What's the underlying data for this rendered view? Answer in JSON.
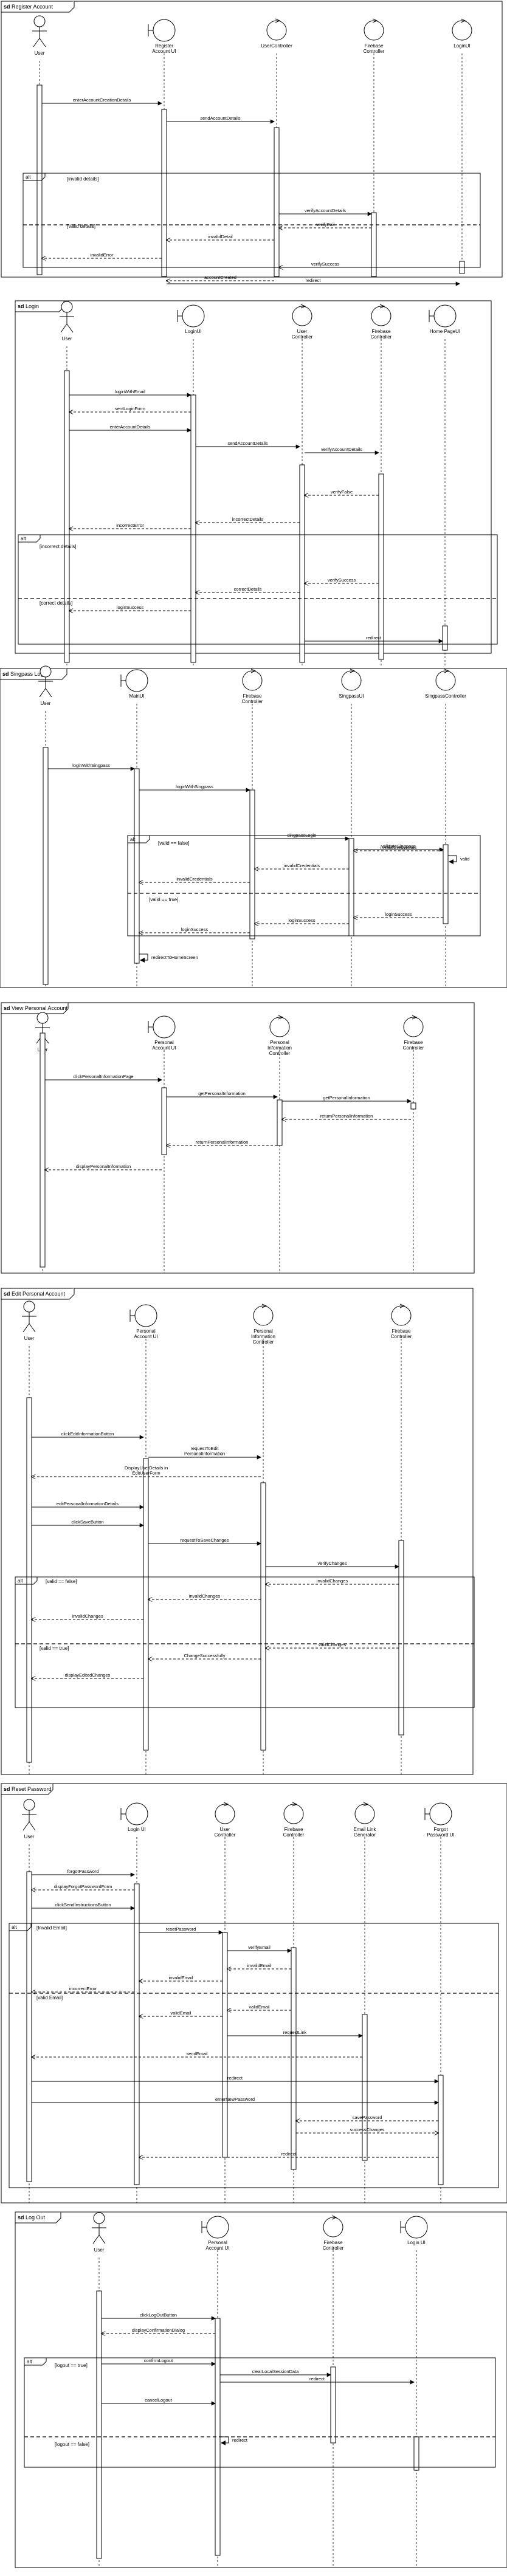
{
  "diagrams": [
    {
      "id": "register",
      "title": "Register Account",
      "participants": [
        {
          "id": "user",
          "type": "actor",
          "label": "User"
        },
        {
          "id": "regui",
          "type": "boundary",
          "label": "Register Account UI"
        },
        {
          "id": "uc",
          "type": "control",
          "label": "UserController"
        },
        {
          "id": "fc",
          "type": "control",
          "label": "Firebase Controller"
        },
        {
          "id": "lui",
          "type": "control",
          "label": "LoginUI"
        }
      ],
      "messages": [
        {
          "from": "user",
          "to": "regui",
          "label": "enterAccountCreationDetails",
          "dashed": false
        },
        {
          "from": "regui",
          "to": "uc",
          "label": "sendAccountDetails",
          "dashed": false
        },
        {
          "from": "uc",
          "to": "fc",
          "label": "verifyAccountDetails",
          "dashed": false
        },
        {
          "from": "fc",
          "to": "uc",
          "label": "verifyFail",
          "dashed": true
        },
        {
          "from": "uc",
          "to": "regui",
          "label": "invalidDetail",
          "dashed": true
        },
        {
          "from": "regui",
          "to": "user",
          "label": "invalidError",
          "dashed": true
        },
        {
          "from": "fc",
          "to": "uc",
          "label": "verifySuccess",
          "dashed": true
        },
        {
          "from": "uc",
          "to": "regui",
          "label": "accountCreated",
          "dashed": true
        },
        {
          "from": "regui",
          "to": "lui",
          "label": "redirect",
          "dashed": false
        }
      ],
      "alt": {
        "label": "alt",
        "guards": [
          "[invalid details]",
          "[Valid details]"
        ]
      }
    },
    {
      "id": "login",
      "title": "Login",
      "participants": [
        {
          "id": "user",
          "type": "actor",
          "label": "User"
        },
        {
          "id": "lui",
          "type": "boundary",
          "label": "LoginUI"
        },
        {
          "id": "uc",
          "type": "control",
          "label": "User Controller"
        },
        {
          "id": "fc",
          "type": "control",
          "label": "Firebase Controller"
        },
        {
          "id": "hp",
          "type": "boundary",
          "label": "Home PageUI"
        }
      ],
      "messages": [
        {
          "from": "user",
          "to": "lui",
          "label": "loginWithEmail",
          "dashed": false
        },
        {
          "from": "lui",
          "to": "user",
          "label": "sentLoginForm",
          "dashed": true
        },
        {
          "from": "user",
          "to": "lui",
          "label": "enterAccountDetails",
          "dashed": false
        },
        {
          "from": "lui",
          "to": "uc",
          "label": "sendAccountDetails",
          "dashed": false
        },
        {
          "from": "uc",
          "to": "fc",
          "label": "verifyAccountDetails",
          "dashed": false
        },
        {
          "from": "fc",
          "to": "uc",
          "label": "verifyFalse",
          "dashed": true
        },
        {
          "from": "uc",
          "to": "lui",
          "label": "incorrectDetails",
          "dashed": true
        },
        {
          "from": "lui",
          "to": "user",
          "label": "incorrectError",
          "dashed": true
        },
        {
          "from": "fc",
          "to": "uc",
          "label": "verifySuccess",
          "dashed": true
        },
        {
          "from": "uc",
          "to": "lui",
          "label": "correctDetails",
          "dashed": true
        },
        {
          "from": "lui",
          "to": "user",
          "label": "loginSuccess",
          "dashed": true
        },
        {
          "from": "uc",
          "to": "hp",
          "label": "redirect",
          "dashed": false
        }
      ],
      "alt": {
        "label": "alt",
        "guards": [
          "[incorrect details]",
          "[correct details]"
        ]
      }
    },
    {
      "id": "singpass",
      "title": "Singpass Login",
      "participants": [
        {
          "id": "user",
          "type": "actor",
          "label": "User"
        },
        {
          "id": "mui",
          "type": "boundary",
          "label": "MainUI"
        },
        {
          "id": "fc",
          "type": "control",
          "label": "Firebase Controller"
        },
        {
          "id": "sp",
          "type": "control",
          "label": "SingpassUI"
        },
        {
          "id": "spc",
          "type": "control",
          "label": "SingpassController"
        }
      ],
      "messages": [
        {
          "from": "user",
          "to": "mui",
          "label": "loginWithSingpass",
          "dashed": false
        },
        {
          "from": "mui",
          "to": "fc",
          "label": "loginWithSingpass",
          "dashed": false
        },
        {
          "from": "fc",
          "to": "sp",
          "label": "singpassLogin",
          "dashed": false
        },
        {
          "from": "sp",
          "to": "spc",
          "label": "validateSingpass",
          "dashed": false
        },
        {
          "from": "spc",
          "to": "spc",
          "label": "valid",
          "dashed": false
        },
        {
          "from": "spc",
          "to": "sp",
          "label": "invalidCredentials",
          "dashed": true
        },
        {
          "from": "sp",
          "to": "fc",
          "label": "invalidCredentials",
          "dashed": true
        },
        {
          "from": "fc",
          "to": "mui",
          "label": "invalidCredentials",
          "dashed": true
        },
        {
          "from": "spc",
          "to": "sp",
          "label": "loginSuccess",
          "dashed": true
        },
        {
          "from": "sp",
          "to": "fc",
          "label": "loginSuccess",
          "dashed": true
        },
        {
          "from": "fc",
          "to": "mui",
          "label": "loginSuccess",
          "dashed": true
        },
        {
          "from": "mui",
          "to": "mui",
          "label": "redirectToHomeScreen",
          "dashed": false
        }
      ],
      "alt": {
        "label": "alt",
        "guards": [
          "[valid == false]",
          "[valid == true]"
        ]
      }
    },
    {
      "id": "viewpi",
      "title": "View Personal Account",
      "participants": [
        {
          "id": "user",
          "type": "actor",
          "label": "User"
        },
        {
          "id": "pau",
          "type": "boundary",
          "label": "Personal Account UI"
        },
        {
          "id": "pic",
          "type": "control",
          "label": "Personal Information Controller"
        },
        {
          "id": "fc",
          "type": "control",
          "label": "Firebase Controller"
        }
      ],
      "messages": [
        {
          "from": "user",
          "to": "pau",
          "label": "clickPersonalInformationPage",
          "dashed": false
        },
        {
          "from": "pau",
          "to": "pic",
          "label": "getPersonalInformation",
          "dashed": false
        },
        {
          "from": "pic",
          "to": "fc",
          "label": "getPersonalInformation",
          "dashed": false
        },
        {
          "from": "fc",
          "to": "pic",
          "label": "returnPersonalInformation",
          "dashed": true
        },
        {
          "from": "pic",
          "to": "pau",
          "label": "returnPersonalInformation",
          "dashed": true
        },
        {
          "from": "pau",
          "to": "user",
          "label": "displayPersonalInformation",
          "dashed": true
        }
      ],
      "alt": null
    },
    {
      "id": "editpi",
      "title": "Edit Personal Account",
      "participants": [
        {
          "id": "user",
          "type": "actor",
          "label": "User"
        },
        {
          "id": "pau",
          "type": "boundary",
          "label": "Personal Account UI"
        },
        {
          "id": "pic",
          "type": "control",
          "label": "Personal Information Controller"
        },
        {
          "id": "fc",
          "type": "control",
          "label": "Firebase Controller"
        }
      ],
      "messages": [
        {
          "from": "user",
          "to": "pau",
          "label": "clickEditInformationButton",
          "dashed": false
        },
        {
          "from": "pau",
          "to": "pic",
          "label": "requestToEdit PersonalInformation",
          "dashed": false
        },
        {
          "from": "pic",
          "to": "user",
          "label": "DisplayUserDetails in EditUserForm",
          "dashed": true
        },
        {
          "from": "user",
          "to": "pau",
          "label": "editPersonalInformationDetails",
          "dashed": false
        },
        {
          "from": "user",
          "to": "pau",
          "label": "clickSaveButton",
          "dashed": false
        },
        {
          "from": "pau",
          "to": "pic",
          "label": "requestToSaveChanges",
          "dashed": false
        },
        {
          "from": "pic",
          "to": "fc",
          "label": "verifyChanges",
          "dashed": false
        },
        {
          "from": "fc",
          "to": "pic",
          "label": "invalidChanges",
          "dashed": true
        },
        {
          "from": "pic",
          "to": "pau",
          "label": "invalidChanges",
          "dashed": true
        },
        {
          "from": "pau",
          "to": "user",
          "label": "invalidChanges",
          "dashed": true
        },
        {
          "from": "fc",
          "to": "pic",
          "label": "validChanges",
          "dashed": true
        },
        {
          "from": "pic",
          "to": "pau",
          "label": "ChangeSuccessfully",
          "dashed": true
        },
        {
          "from": "pau",
          "to": "user",
          "label": "displayEditedChanges",
          "dashed": true
        }
      ],
      "alt": {
        "label": "alt",
        "guards": [
          "[valid == false]",
          "[valid == true]"
        ]
      }
    },
    {
      "id": "reset",
      "title": "Reset Password",
      "participants": [
        {
          "id": "user",
          "type": "actor",
          "label": "User"
        },
        {
          "id": "lui",
          "type": "boundary",
          "label": "Login UI"
        },
        {
          "id": "uc",
          "type": "control",
          "label": "User Controller"
        },
        {
          "id": "fc",
          "type": "control",
          "label": "Firebase Controller"
        },
        {
          "id": "elg",
          "type": "control",
          "label": "Email Link Generator"
        },
        {
          "id": "fpu",
          "type": "boundary",
          "label": "Forgot Password UI"
        }
      ],
      "messages": [
        {
          "from": "user",
          "to": "lui",
          "label": "forgotPassword",
          "dashed": false
        },
        {
          "from": "lui",
          "to": "user",
          "label": "displayForgotPasswordForm",
          "dashed": true
        },
        {
          "from": "user",
          "to": "lui",
          "label": "clickSendInstructionsButton",
          "dashed": false
        },
        {
          "from": "lui",
          "to": "uc",
          "label": "resetPassword",
          "dashed": false
        },
        {
          "from": "uc",
          "to": "fc",
          "label": "verifyEmail",
          "dashed": false
        },
        {
          "from": "fc",
          "to": "uc",
          "label": "invalidEmail",
          "dashed": true
        },
        {
          "from": "uc",
          "to": "lui",
          "label": "invalidEmail",
          "dashed": true
        },
        {
          "from": "lui",
          "to": "user",
          "label": "incorrectError",
          "dashed": true
        },
        {
          "from": "fc",
          "to": "uc",
          "label": "validEmail",
          "dashed": true
        },
        {
          "from": "uc",
          "to": "lui",
          "label": "validEmail",
          "dashed": true
        },
        {
          "from": "uc",
          "to": "elg",
          "label": "requestLink",
          "dashed": false
        },
        {
          "from": "elg",
          "to": "user",
          "label": "sendEmail",
          "dashed": true
        },
        {
          "from": "user",
          "to": "fpu",
          "label": "redirect",
          "dashed": false
        },
        {
          "from": "user",
          "to": "fpu",
          "label": "enterNewPassword",
          "dashed": false
        },
        {
          "from": "fpu",
          "to": "fc",
          "label": "savePassword",
          "dashed": true
        },
        {
          "from": "fc",
          "to": "fpu",
          "label": "successChanges",
          "dashed": true
        },
        {
          "from": "fpu",
          "to": "lui",
          "label": "redirect",
          "dashed": true
        }
      ],
      "alt": {
        "label": "alt",
        "guards": [
          "[Invalid Email]",
          "[valid Email]"
        ]
      }
    },
    {
      "id": "logout",
      "title": "Log Out",
      "participants": [
        {
          "id": "user",
          "type": "actor",
          "label": "User"
        },
        {
          "id": "pau",
          "type": "boundary",
          "label": "Personal Account UI"
        },
        {
          "id": "fc",
          "type": "control",
          "label": "Firebase Controller"
        },
        {
          "id": "lui",
          "type": "boundary",
          "label": "Login UI"
        }
      ],
      "messages": [
        {
          "from": "user",
          "to": "pau",
          "label": "clickLogOutButton",
          "dashed": false
        },
        {
          "from": "pau",
          "to": "user",
          "label": "displayConfirmationDialog",
          "dashed": true
        },
        {
          "from": "user",
          "to": "pau",
          "label": "confirmLogout",
          "dashed": false
        },
        {
          "from": "pau",
          "to": "fc",
          "label": "clearLocalSessionData",
          "dashed": false
        },
        {
          "from": "pau",
          "to": "lui",
          "label": "redirect",
          "dashed": false
        },
        {
          "from": "user",
          "to": "pau",
          "label": "cancelLogout",
          "dashed": false
        },
        {
          "from": "pau",
          "to": "pau",
          "label": "redirect",
          "dashed": false
        }
      ],
      "alt": {
        "label": "alt",
        "guards": [
          "[logout == true]",
          "[logout == false]"
        ]
      }
    }
  ],
  "sd_prefix": "sd"
}
